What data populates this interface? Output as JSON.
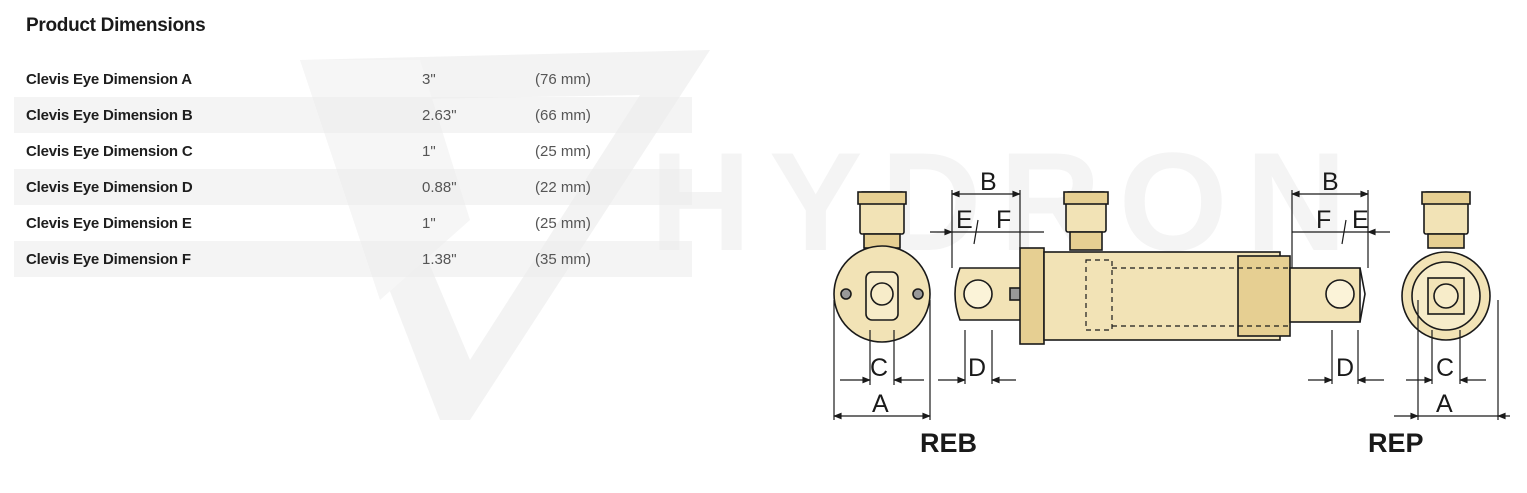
{
  "section": {
    "title": "Product Dimensions"
  },
  "dimensions": [
    {
      "name": "Clevis Eye Dimension A",
      "inches": "3\"",
      "mm": "(76 mm)"
    },
    {
      "name": "Clevis Eye Dimension B",
      "inches": "2.63\"",
      "mm": "(66 mm)"
    },
    {
      "name": "Clevis Eye Dimension C",
      "inches": "1\"",
      "mm": "(25 mm)"
    },
    {
      "name": "Clevis Eye Dimension D",
      "inches": "0.88\"",
      "mm": "(22 mm)"
    },
    {
      "name": "Clevis Eye Dimension E",
      "inches": "1\"",
      "mm": "(25 mm)"
    },
    {
      "name": "Clevis Eye Dimension F",
      "inches": "1.38\"",
      "mm": "(35 mm)"
    }
  ],
  "diagram": {
    "labels": {
      "a": "A",
      "b": "B",
      "c": "C",
      "d": "D",
      "e": "E",
      "f": "F"
    },
    "models": {
      "left": "REB",
      "right": "REP"
    },
    "colors": {
      "body": "#f2e3b6",
      "body_dark": "#e6cf92",
      "line": "#1a1a1a"
    }
  },
  "watermark": {
    "brand": "HYDRON"
  }
}
